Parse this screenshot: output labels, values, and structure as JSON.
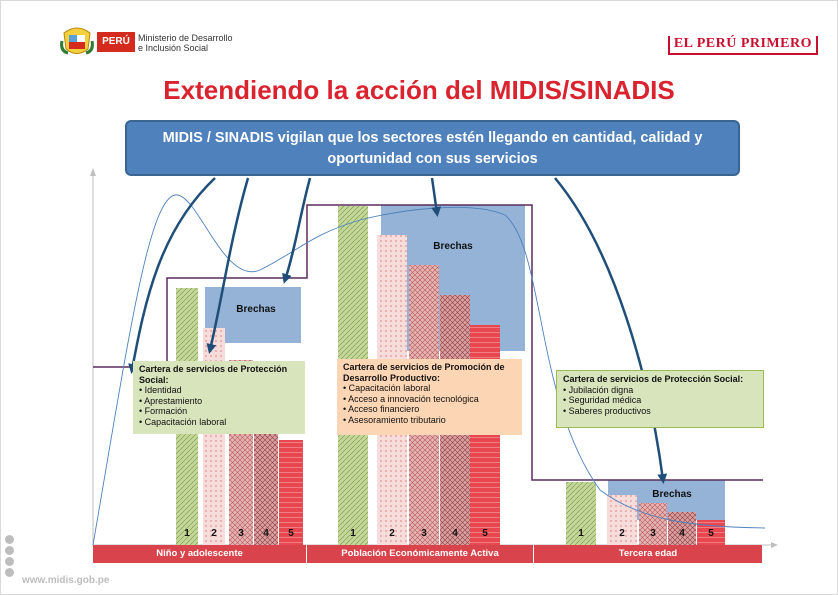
{
  "header": {
    "country": "PERÚ",
    "ministry_line1": "Ministerio de Desarrollo",
    "ministry_line2": "e Inclusión Social",
    "brand": "EL PERÚ PRIMERO"
  },
  "title": "Extendiendo la acción del MIDIS/SINADIS",
  "banner": "MIDIS / SINADIS vigilan que los sectores estén llegando en cantidad, calidad y oportunidad con sus servicios",
  "gap_label": "Brechas",
  "groups": [
    {
      "segment": "Niño y adolescente",
      "bar_numbers": [
        "1",
        "2",
        "3",
        "4",
        "5"
      ],
      "cartera_title": "Cartera de servicios de Protección Social:",
      "cartera_items": [
        "Identidad",
        "Aprestamiento",
        "Formación",
        "Capacitación laboral"
      ]
    },
    {
      "segment": "Población Económicamente Activa",
      "bar_numbers": [
        "1",
        "2",
        "3",
        "4",
        "5"
      ],
      "cartera_title": "Cartera de servicios de Promoción de Desarrollo Productivo:",
      "cartera_items": [
        "Capacitación laboral",
        "Acceso a innovación tecnológica",
        "Acceso financiero",
        "Asesoramiento tributario"
      ]
    },
    {
      "segment": "Tercera edad",
      "bar_numbers": [
        "1",
        "2",
        "3",
        "4",
        "5"
      ],
      "cartera_title": "Cartera de servicios de Protección Social:",
      "cartera_items": [
        "Jubilación digna",
        "Seguridad médica",
        "Saberes productivos"
      ]
    }
  ],
  "footer": {
    "url": "www.midis.gob.pe"
  },
  "colors": {
    "accent_red": "#d9232e",
    "banner_blue": "#4f81bd",
    "gap_blue": "#95b3d7",
    "segment_red": "#d9434b",
    "cartera_green": "#d8e4bc",
    "cartera_orange": "#fcd5b4",
    "bar_green": "#c4d79b",
    "bar_pink": "#f2c4c4",
    "bar_rose": "#dc9a9a",
    "bar_mauve": "#c9898c",
    "bar_red": "#e8474f",
    "line_purple": "#5a2c5f",
    "arrow_navy": "#1f4e79"
  },
  "icons": [
    "coat-of-arms-icon",
    "facebook-icon",
    "twitter-icon",
    "youtube-icon",
    "flickr-icon"
  ]
}
